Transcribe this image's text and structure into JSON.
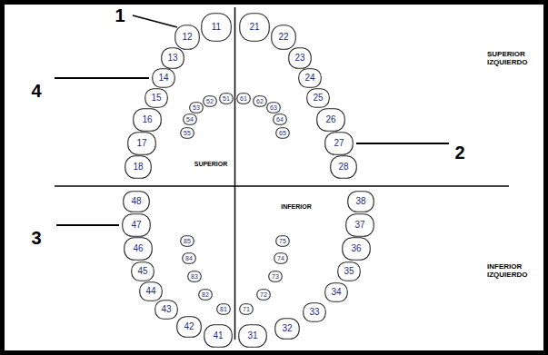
{
  "diagram": {
    "nodes": [
      {
        "text": [
          "11"
        ]
      },
      {
        "text": [
          "12"
        ]
      },
      {
        "text": [
          "13"
        ]
      },
      {
        "text": [
          "14"
        ]
      },
      {
        "text": [
          "15"
        ]
      },
      {
        "text": [
          "16"
        ]
      },
      {
        "text": [
          "17"
        ]
      },
      {
        "text": [
          "18"
        ]
      },
      {
        "text": [
          "21"
        ]
      },
      {
        "text": [
          "22"
        ]
      },
      {
        "text": [
          "23"
        ]
      },
      {
        "text": [
          "24"
        ]
      },
      {
        "text": [
          "25"
        ]
      },
      {
        "text": [
          "26"
        ]
      },
      {
        "text": [
          "27"
        ]
      },
      {
        "text": [
          "28"
        ]
      },
      {
        "text": [
          "51"
        ]
      },
      {
        "text": [
          "52"
        ]
      },
      {
        "text": [
          "53"
        ]
      },
      {
        "text": [
          "54"
        ]
      },
      {
        "text": [
          "55"
        ]
      },
      {
        "text": [
          "61"
        ]
      },
      {
        "text": [
          "62"
        ]
      },
      {
        "text": [
          "63"
        ]
      },
      {
        "text": [
          "64"
        ]
      },
      {
        "text": [
          "65"
        ]
      },
      {
        "text": [
          "41"
        ]
      },
      {
        "text": [
          "42"
        ]
      },
      {
        "text": [
          "43"
        ]
      },
      {
        "text": [
          "44"
        ]
      },
      {
        "text": [
          "45"
        ]
      },
      {
        "text": [
          "46"
        ]
      },
      {
        "text": [
          "47"
        ]
      },
      {
        "text": [
          "48"
        ]
      },
      {
        "text": [
          "31"
        ]
      },
      {
        "text": [
          "32"
        ]
      },
      {
        "text": [
          "33"
        ]
      },
      {
        "text": [
          "34"
        ]
      },
      {
        "text": [
          "35"
        ]
      },
      {
        "text": [
          "36"
        ]
      },
      {
        "text": [
          "37"
        ]
      },
      {
        "text": [
          "38"
        ]
      },
      {
        "text": [
          "81"
        ]
      },
      {
        "text": [
          "82"
        ]
      },
      {
        "text": [
          "83"
        ]
      },
      {
        "text": [
          "84"
        ]
      },
      {
        "text": [
          "85"
        ]
      },
      {
        "text": [
          "71"
        ]
      },
      {
        "text": [
          "72"
        ]
      },
      {
        "text": [
          "73"
        ]
      },
      {
        "text": [
          "74"
        ]
      },
      {
        "text": [
          "75"
        ]
      }
    ],
    "labels": [
      "1",
      "SUPERIOR IZQUIERDO",
      "4",
      "SUPERIOR",
      "2",
      "INFERIOR",
      "3",
      "INFERIOR IZQUIERDO"
    ]
  }
}
